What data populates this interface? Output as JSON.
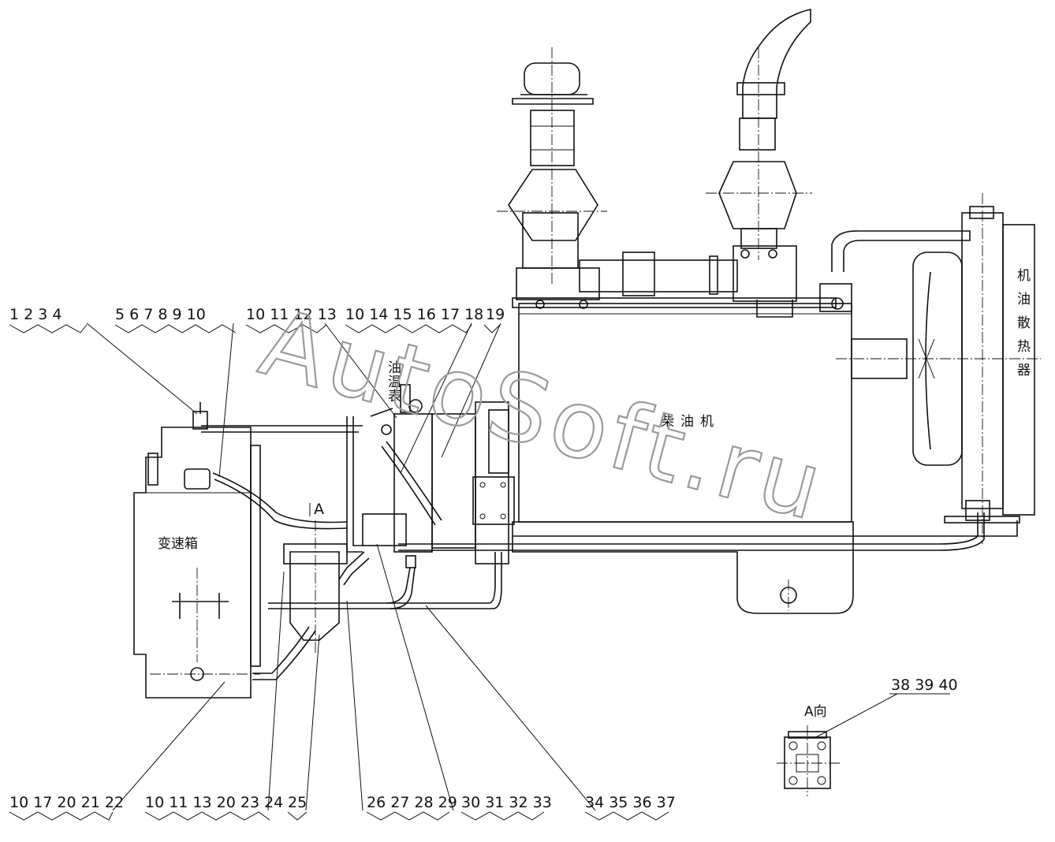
{
  "watermark": "AutoSoft.ru",
  "callouts_top": [
    {
      "id": "callout-1-4",
      "label": "1 2 3 4"
    },
    {
      "id": "callout-5-10",
      "label": "5 6 7 8 9 10"
    },
    {
      "id": "callout-10-13",
      "label": "10 11 12 13"
    },
    {
      "id": "callout-10-18",
      "label": "10 14 15 16 17 18"
    },
    {
      "id": "callout-19",
      "label": "19"
    }
  ],
  "callouts_bottom": [
    {
      "id": "callout-10-22",
      "label": "10 17 20 21 22"
    },
    {
      "id": "callout-10-24",
      "label": "10 11 13 20 23 24"
    },
    {
      "id": "callout-25",
      "label": "25"
    },
    {
      "id": "callout-26-29",
      "label": "26 27 28 29"
    },
    {
      "id": "callout-30-33",
      "label": "30 31 32 33"
    },
    {
      "id": "callout-34-37",
      "label": "34 35 36 37"
    }
  ],
  "callout_view_a": {
    "id": "callout-38-40",
    "label": "38 39 40"
  },
  "labels": {
    "gearbox": "变速箱",
    "engine": "柴油机",
    "oil_cooler": [
      "机",
      "油",
      "散",
      "热",
      "器"
    ],
    "oil_gauge": [
      "油",
      "温",
      "表"
    ],
    "view_a_marker": "A",
    "view_a_title": "A向"
  }
}
